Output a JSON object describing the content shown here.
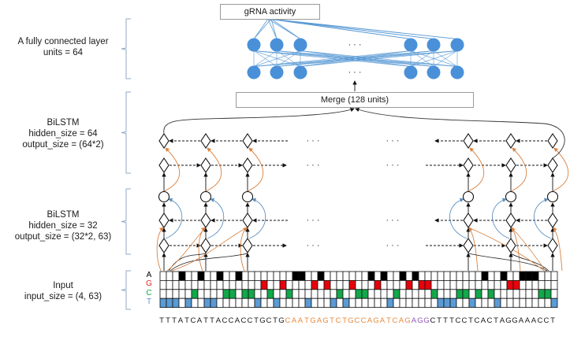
{
  "labels": {
    "fc": [
      "A fully connected layer",
      "units = 64"
    ],
    "bilstm2": [
      "BiLSTM",
      "hidden_size = 64",
      "output_size = (64*2)"
    ],
    "bilstm1": [
      "BiLSTM",
      "hidden_size = 32",
      "output_size = (32*2, 63)"
    ],
    "input": [
      "Input",
      "input_size = (4, 63)"
    ]
  },
  "boxes": {
    "output": "gRNA activity",
    "merge": "Merge (128 units)"
  },
  "ellipsis": "· · ·",
  "nucleotides": [
    {
      "letter": "A",
      "color": "#000000"
    },
    {
      "letter": "G",
      "color": "#e02020"
    },
    {
      "letter": "C",
      "color": "#1aa34a"
    },
    {
      "letter": "T",
      "color": "#5b8fd0"
    }
  ],
  "one_hot_fill": {
    "A": "#000000",
    "G": "#e8000b",
    "C": "#12a84a",
    "T": "#5b9bd5"
  },
  "sequence_segments": [
    {
      "text": "TTTATCATTACCACCTGCTG",
      "role": "flank-5",
      "color": "#1a1a1a"
    },
    {
      "text": "CAATGAGTCTGCCAGATCAG",
      "role": "protospacer",
      "color": "#e8893c"
    },
    {
      "text": "AGG",
      "role": "pam",
      "color": "#8e5bb5"
    },
    {
      "text": "CTTTCCTCACTAGGAAACCT",
      "role": "flank-3",
      "color": "#1a1a1a"
    }
  ],
  "colors": {
    "fc_node": "#4a90d9",
    "fc_edge": "#5b9bd5",
    "brace": "#8fa9c4",
    "skip_orange": "#d9813f",
    "skip_blue": "#5b8fc0",
    "line": "#222222"
  }
}
